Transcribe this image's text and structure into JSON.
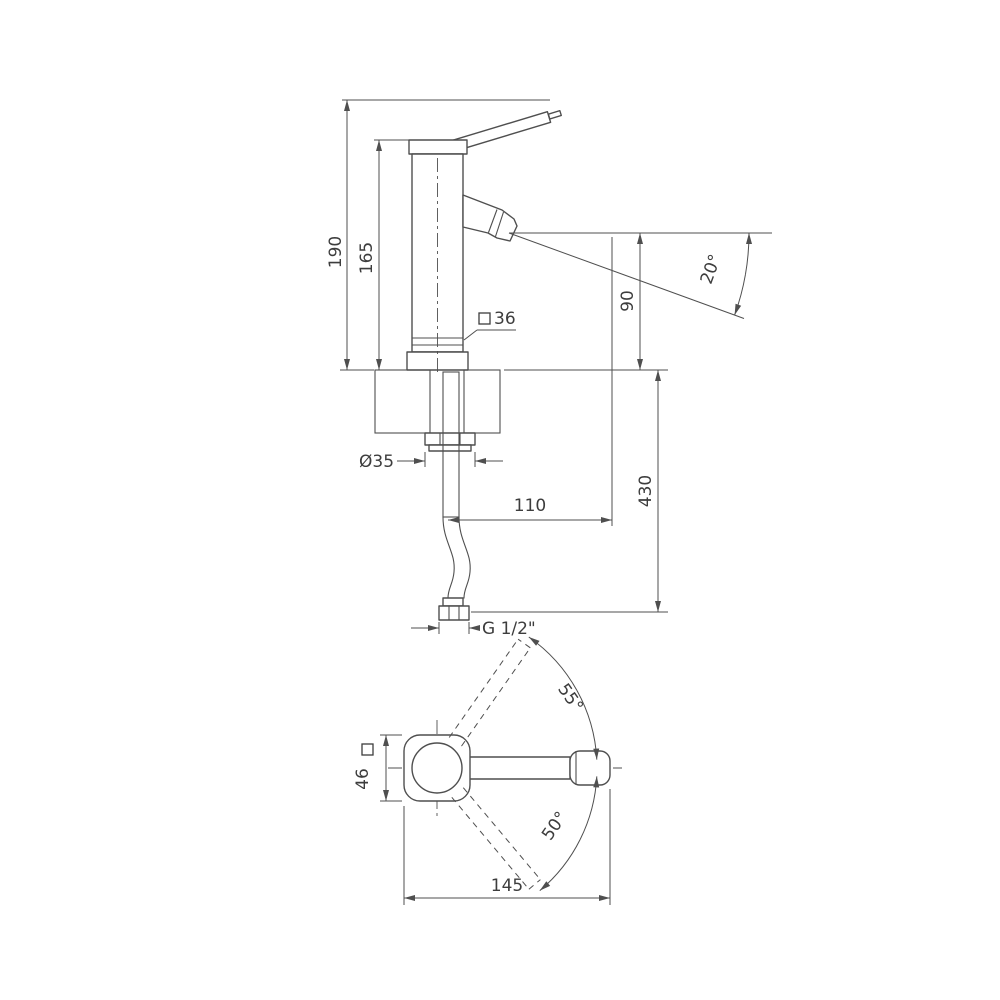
{
  "colors": {
    "line": "#4f4f4f",
    "text": "#3d3d3d",
    "background": "#ffffff"
  },
  "front_view": {
    "total_height": "190",
    "body_height": "165",
    "spout_height": "90",
    "spout_angle": "20°",
    "body_square": "36",
    "base_diameter": "Ø35",
    "spout_reach": "110",
    "below_deck_height": "430",
    "thread": "G 1/2\""
  },
  "top_view": {
    "handle_swing_upper": "55°",
    "handle_swing_lower": "50°",
    "body_square": "46",
    "overall_length": "145"
  }
}
